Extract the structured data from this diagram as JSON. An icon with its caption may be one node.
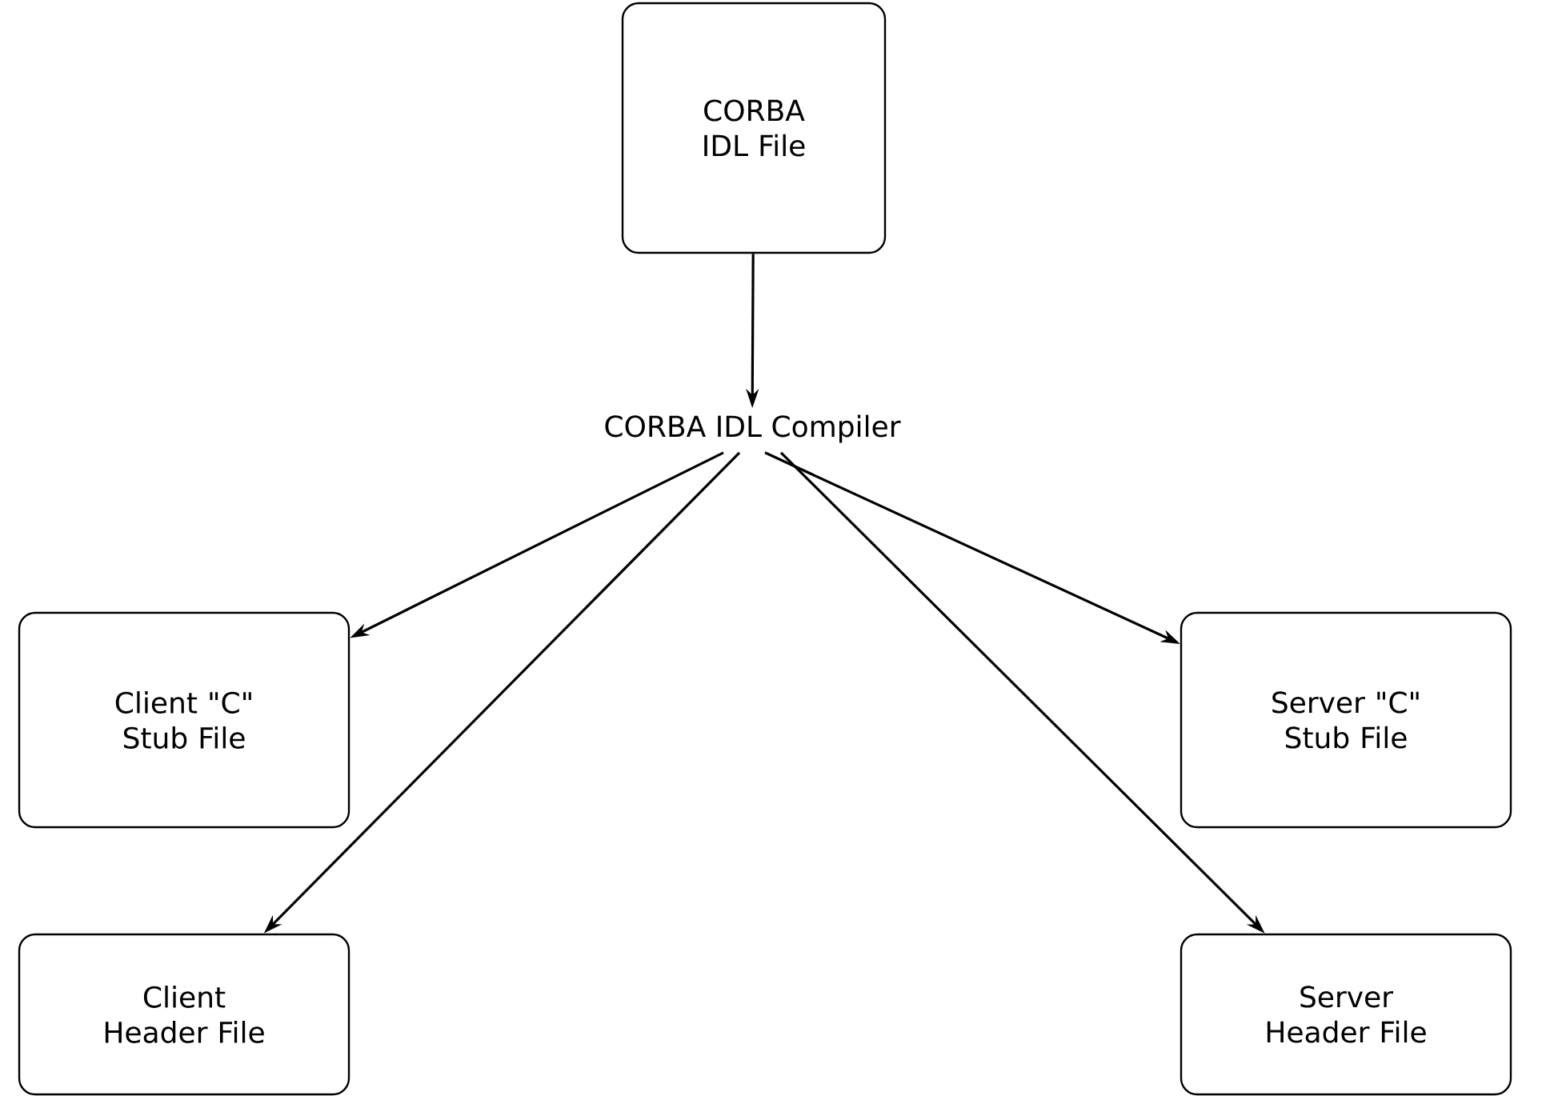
{
  "diagram": {
    "nodes": [
      {
        "text": [
          "CORBA IDL File"
        ]
      },
      {
        "text": [
          "CORBA IDL Compiler"
        ]
      },
      {
        "text": [
          "Client \"C\" Stub File"
        ]
      },
      {
        "text": [
          "Client Header File"
        ]
      },
      {
        "text": [
          "Server \"C\" Stub File"
        ]
      },
      {
        "text": [
          "Server Header File"
        ]
      }
    ],
    "edges": [
      {
        "from": 0,
        "to": 1,
        "arrow": "to"
      },
      {
        "from": 1,
        "to": 2,
        "arrow": "to"
      },
      {
        "from": 1,
        "to": 3,
        "arrow": "to"
      },
      {
        "from": 1,
        "to": 4,
        "arrow": "to"
      },
      {
        "from": 1,
        "to": 5,
        "arrow": "to"
      }
    ]
  }
}
